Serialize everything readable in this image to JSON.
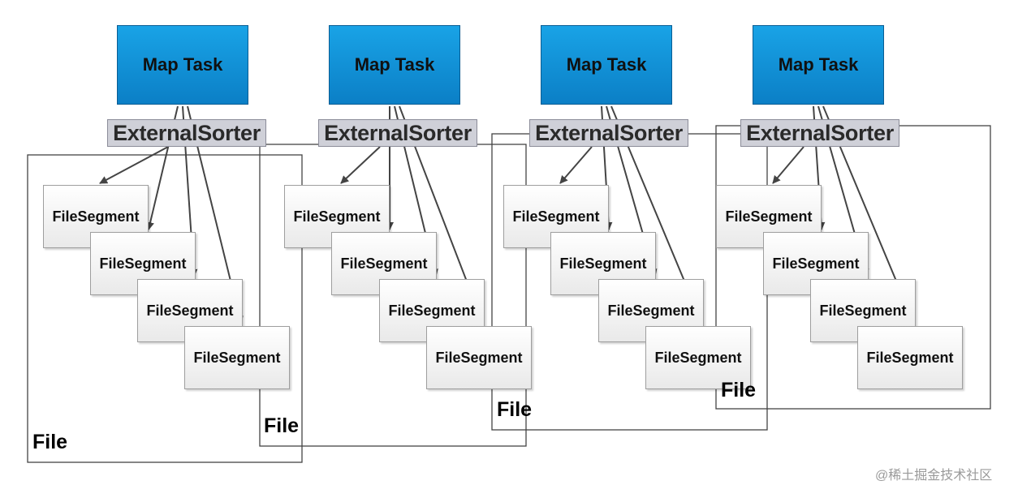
{
  "map_tasks": [
    "Map Task",
    "Map Task",
    "Map Task",
    "Map Task"
  ],
  "sorters": [
    "ExternalSorter",
    "ExternalSorter",
    "ExternalSorter",
    "ExternalSorter"
  ],
  "segments": [
    [
      "FileSegment",
      "FileSegment",
      "FileSegment",
      "FileSegment"
    ],
    [
      "FileSegment",
      "FileSegment",
      "FileSegment",
      "FileSegment"
    ],
    [
      "FileSegment",
      "FileSegment",
      "FileSegment",
      "FileSegment"
    ],
    [
      "FileSegment",
      "FileSegment",
      "FileSegment",
      "FileSegment"
    ]
  ],
  "files": [
    "File",
    "File",
    "File",
    "File"
  ],
  "watermark": "@稀土掘金技术社区",
  "colors": {
    "map_task_fill": "#0b8fd8",
    "sorter_fill": "#cfd0d8",
    "segment_fill": "#f2f2f2",
    "line": "#444444"
  }
}
